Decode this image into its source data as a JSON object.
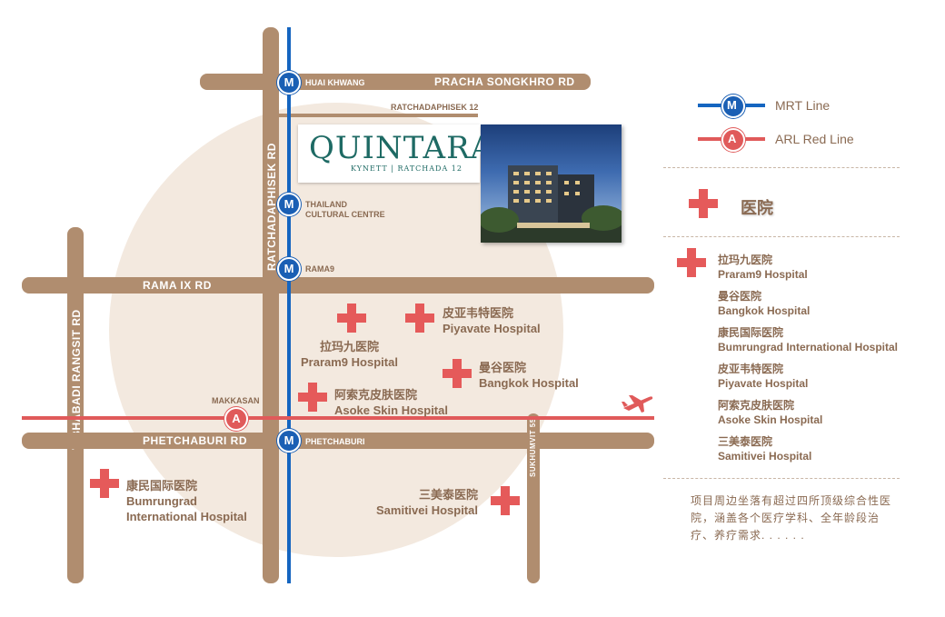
{
  "colors": {
    "road": "#b08d6f",
    "mrt": "#1565c0",
    "arl": "#e05a5a",
    "hospital": "#e55a5a",
    "text": "#8a6a52",
    "background_circle": "#f3e9df"
  },
  "roads": {
    "pracha_songkhro": "PRACHA SONGKHRO RD",
    "ratchadaphisek_12": "RATCHADAPHISEK 12",
    "ratchadaphisek": "RATCHADAPHISEK RD",
    "rama_ix": "RAMA IX RD",
    "vibhabadi": "VIBHABADI RANGSIT RD",
    "phetchaburi": "PHETCHABURI RD",
    "sukhumvit_55": "SUKHUMVIT 55"
  },
  "stations": {
    "mrt_badge": "M",
    "arl_badge": "A",
    "huai_khwang": "HUAI KHWANG",
    "thailand_cultural_centre_1": "THAILAND",
    "thailand_cultural_centre_2": "CULTURAL CENTRE",
    "rama9": "RAMA9",
    "makkasan": "MAKKASAN",
    "phetchaburi": "PHETCHABURI"
  },
  "logo": {
    "name": "QUINTARA",
    "sub": "KYNETT | RATCHADA 12"
  },
  "map_hospitals": [
    {
      "cn": "拉玛九医院",
      "en": "Praram9  Hospital"
    },
    {
      "cn": "皮亚韦特医院",
      "en": "Piyavate  Hospital"
    },
    {
      "cn": "曼谷医院",
      "en": "Bangkok  Hospital"
    },
    {
      "cn": "阿索克皮肤医院",
      "en": "Asoke  Skin  Hospital"
    },
    {
      "cn": "康民国际医院",
      "en": "Bumrungrad",
      "en2": "International  Hospital"
    },
    {
      "cn": "三美泰医院",
      "en": "Samitivei  Hospital"
    }
  ],
  "legend": {
    "mrt_line": "MRT Line",
    "arl_line": "ARL Red Line",
    "hospital": "医院",
    "icons": {
      "mrt": "mrt-station-icon",
      "arl": "arl-station-icon",
      "hospital": "hospital-cross-icon",
      "airport": "airplane-icon"
    }
  },
  "side_hospitals": [
    {
      "cn": "拉玛九医院",
      "en": "Praram9  Hospital"
    },
    {
      "cn": "曼谷医院",
      "en": "Bangkok  Hospital"
    },
    {
      "cn": "康民国际医院",
      "en": "Bumrungrad  International  Hospital"
    },
    {
      "cn": "皮亚韦特医院",
      "en": "Piyavate  Hospital"
    },
    {
      "cn": "阿索克皮肤医院",
      "en": "Asoke  Skin  Hospital"
    },
    {
      "cn": "三美泰医院",
      "en": "Samitivei  Hospital"
    }
  ],
  "description": "项目周边坐落有超过四所顶级综合性医院，涵盖各个医疗学科、全年龄段治疗、养疗需求. . . . . ."
}
